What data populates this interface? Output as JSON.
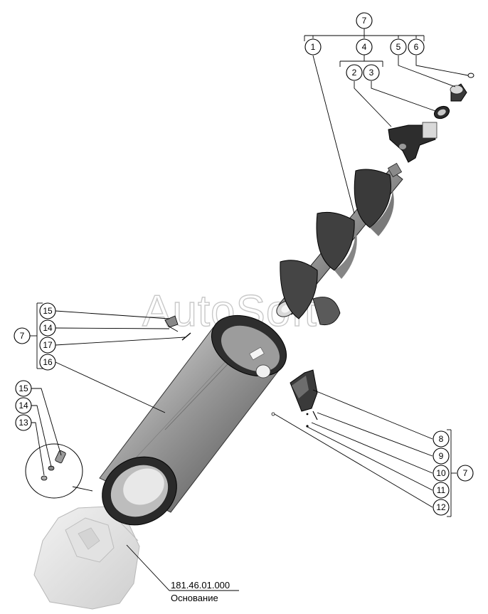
{
  "watermark": "AutoSoft",
  "part_number": "181.46.01.000",
  "part_name": "Основание",
  "callouts": {
    "top_group": "7",
    "c1": "1",
    "c4": "4",
    "c5": "5",
    "c6": "6",
    "c2": "2",
    "c3": "3",
    "left_group": "7",
    "c15a": "15",
    "c14a": "14",
    "c17": "17",
    "c16": "16",
    "c15b": "15",
    "c14b": "14",
    "c13": "13",
    "c8": "8",
    "c9": "9",
    "c10": "10",
    "c11": "11",
    "c12": "12",
    "right_group": "7"
  }
}
